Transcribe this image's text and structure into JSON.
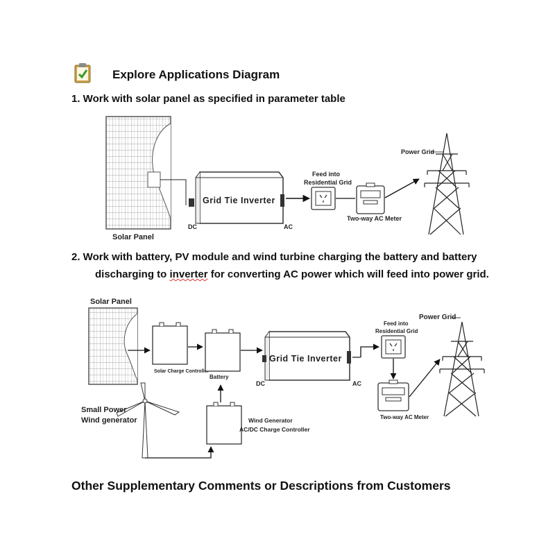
{
  "header": {
    "title": "Explore Applications Diagram",
    "icon": "clipboard-check-icon"
  },
  "steps": {
    "step1": "1. Work with solar panel as specified in parameter table",
    "step2_line1": "2. Work with battery, PV module and wind turbine charging the battery and battery",
    "step2_line2_before": "discharging to ",
    "step2_line2_word": "inverter",
    "step2_line2_after": " for converting AC power which will feed into power grid."
  },
  "diagram1": {
    "solar_panel": "Solar Panel",
    "inverter": "Grid Tie Inverter",
    "dc": "DC",
    "ac": "AC",
    "feed_line1": "Feed into",
    "feed_line2": "Residential Grid",
    "meter": "Two-way AC Meter",
    "power_grid": "Power Grid"
  },
  "diagram2": {
    "solar_panel": "Solar Panel",
    "charge_controller": "Solar Charge Controller",
    "battery": "Battery",
    "inverter": "Grid Tie Inverter",
    "dc": "DC",
    "ac": "AC",
    "feed_line1": "Feed into",
    "feed_line2": "Residential Grid",
    "meter": "Two-way AC Meter",
    "power_grid": "Power Grid",
    "wind_line1": "Small Power",
    "wind_line2": "Wind generator",
    "wind_ctrl_line1": "Wind Generator",
    "wind_ctrl_line2": "AC/DC Charge Controller"
  },
  "footer": {
    "text": "Other Supplementary Comments or Descriptions from Customers"
  }
}
